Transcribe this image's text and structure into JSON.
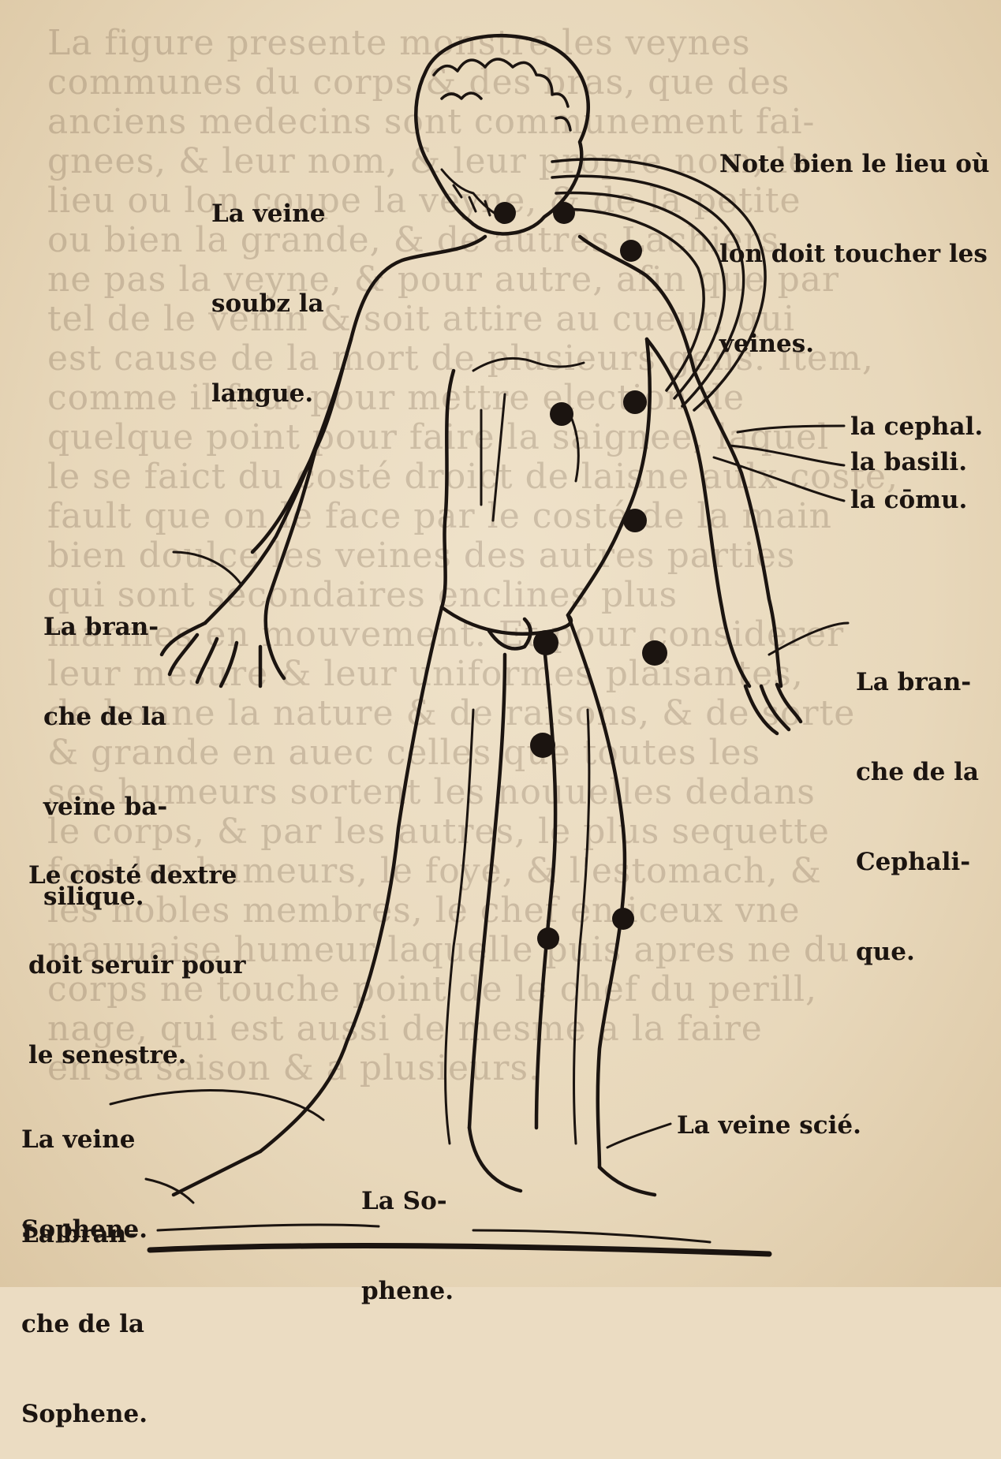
{
  "bleed_lines": [
    "La figure presente monstre les veynes",
    "communes du corps & des bras, que des",
    "anciens medecins sont communement fai-",
    "gnees, & leur nom, & leur propre nom, le",
    "lieu ou lon coupe la veyne, & de la petite",
    "ou bien la grande, & de autres Lachiers",
    "ne pas la veyne, & pour autre, afin que par",
    "tel de le venin & soit attire au cueur, qui",
    "est cause de la mort de plusieurs gens. Item,",
    "comme il faut pour mettre election de",
    "quelque point pour faire la saignee, laquel",
    "le se faict du costé droict de laisne aulx coste,",
    "fault que on le face par le costé de la main",
    "bien doulce les veines des autres parties",
    "qui sont secondaires enclines plus",
    "marmes en mouvement. Et pour considerer",
    "leur mesure & leur uniformes plaisantes,",
    "de bonne la nature & de raisons, & de sorte",
    "& grande en auec celles que toutes les",
    "ses humeurs sortent les nouuelles dedans",
    "le corps, & par les autres, le plus sequette",
    "font les humeurs, le foye, & l'estomach, &",
    "les nobles membres, le chef en iceux vne",
    "mauuaise humeur laquelle puis apres ne du",
    "corps ne touche point de le chef du perill,",
    "nage, qui est aussi de mesme a la faire",
    "en sa saison & a plusieurs."
  ],
  "labels": {
    "note": [
      "Note bien le lieu où",
      "lon doit toucher les",
      "veines."
    ],
    "sous_langue": [
      "La veine",
      "soubz la",
      "langue."
    ],
    "cephal": "la cephal.",
    "basili": "la basili.",
    "comu": "la cōmu.",
    "branche_basilique": [
      "La bran-",
      "che de la",
      "veine ba-",
      "silique."
    ],
    "branche_cephalique": [
      "La bran-",
      "che de la",
      "Cephali-",
      "que."
    ],
    "coste_dextre": [
      "Le costé dextre",
      "doit seruir pour",
      "le senestre."
    ],
    "veine_sophene": [
      "La veine",
      "Sophene."
    ],
    "branche_sophene": [
      "La bran-",
      "che de la",
      "Sophene."
    ],
    "la_sophene": [
      "La So-",
      "phene."
    ],
    "veine_scie": "La veine scié."
  },
  "colors": {
    "paper": "#ebdcc2",
    "ink": "#1b1410",
    "bleed": "#5a4632"
  }
}
